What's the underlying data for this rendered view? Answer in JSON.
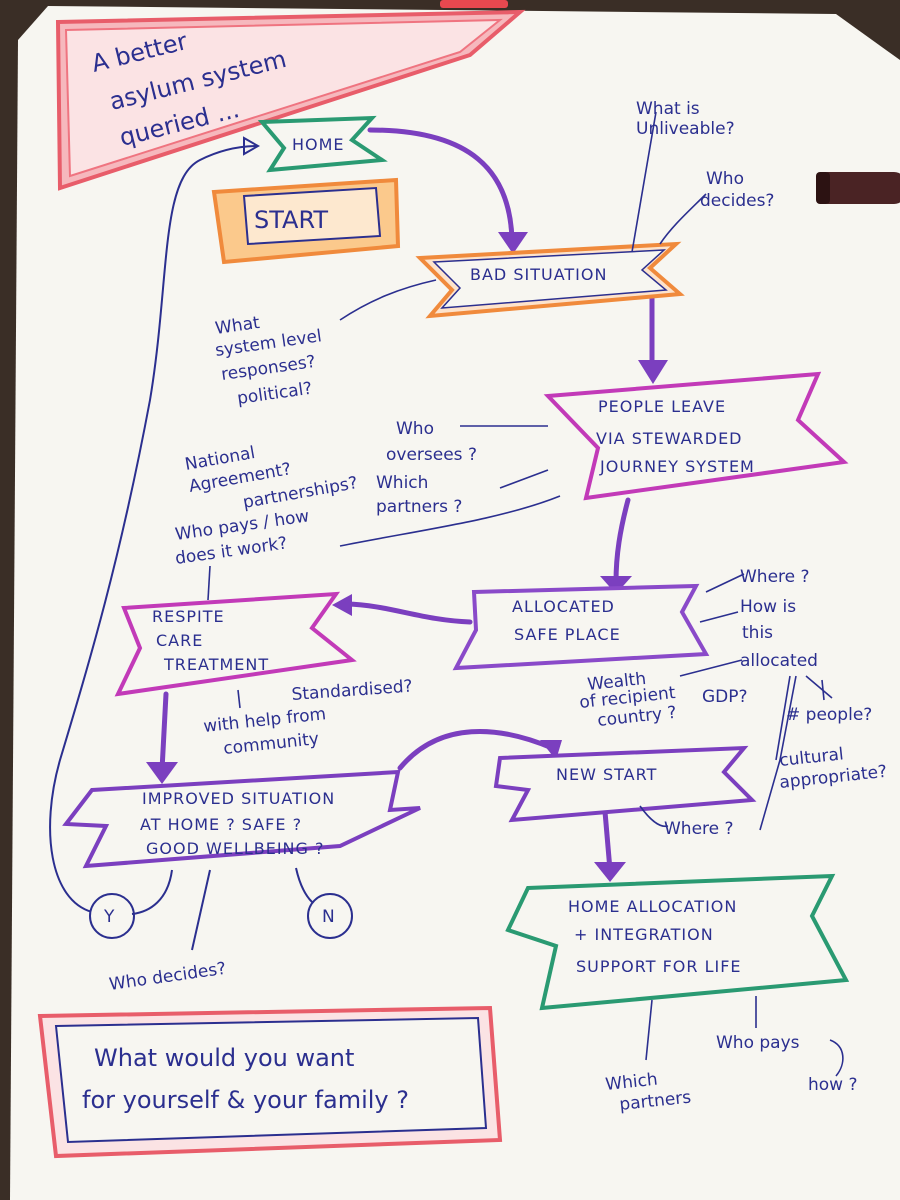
{
  "title": {
    "lines": [
      "A better",
      "asylum system",
      "queried ..."
    ]
  },
  "boxes": {
    "home": "HOME",
    "start": "START",
    "bad_situation": "BAD SITUATION",
    "people_leave": [
      "PEOPLE LEAVE",
      "VIA STEWARDED",
      "JOURNEY SYSTEM"
    ],
    "allocated": [
      "ALLOCATED",
      "SAFE PLACE"
    ],
    "respite": [
      "RESPITE",
      "CARE",
      "TREATMENT"
    ],
    "improved": [
      "IMPROVED SITUATION",
      "AT HOME ? SAFE ?",
      "GOOD WELLBEING ?"
    ],
    "new_start": "NEW START",
    "home_allocation": [
      "HOME ALLOCATION",
      "+ INTEGRATION",
      "SUPPORT FOR LIFE"
    ],
    "y": "Y",
    "n": "N"
  },
  "notes": {
    "unliveable": [
      "What is",
      "Unliveable?"
    ],
    "who_decides_top": [
      "Who",
      "decides?"
    ],
    "system_level": [
      "What",
      "system level",
      "responses?",
      "political?"
    ],
    "oversees": [
      "Who",
      "oversees ?",
      "Which",
      "partners ?"
    ],
    "national": [
      "National",
      "Agreement?"
    ],
    "partnerships": "partnerships?",
    "who_pays": [
      "Who pays / how",
      "does it work?"
    ],
    "where_top": "Where ?",
    "how_allocated": [
      "How is",
      "this",
      "allocated"
    ],
    "wealth": [
      "Wealth",
      "of recipient",
      "country ?"
    ],
    "gdp": "GDP?",
    "people": "# people?",
    "cultural": [
      "cultural",
      "appropriate?"
    ],
    "standardised": "Standardised?",
    "community": [
      "with help from",
      "community"
    ],
    "where_new": "Where ?",
    "who_decides_bottom": "Who decides?",
    "who_pays_bottom": "Who pays",
    "how_bottom": "how ?",
    "which_partners": [
      "Which",
      "partners"
    ]
  },
  "question": [
    "What would you want",
    "for yourself & your family ?"
  ],
  "colors": {
    "paper": "#f7f6f1",
    "ink": "#2b2f8f",
    "purple": "#7b3fbf",
    "magenta": "#c23ab8",
    "orange": "#f08a3c",
    "green": "#2a9a72",
    "red": "#e85d6a"
  }
}
